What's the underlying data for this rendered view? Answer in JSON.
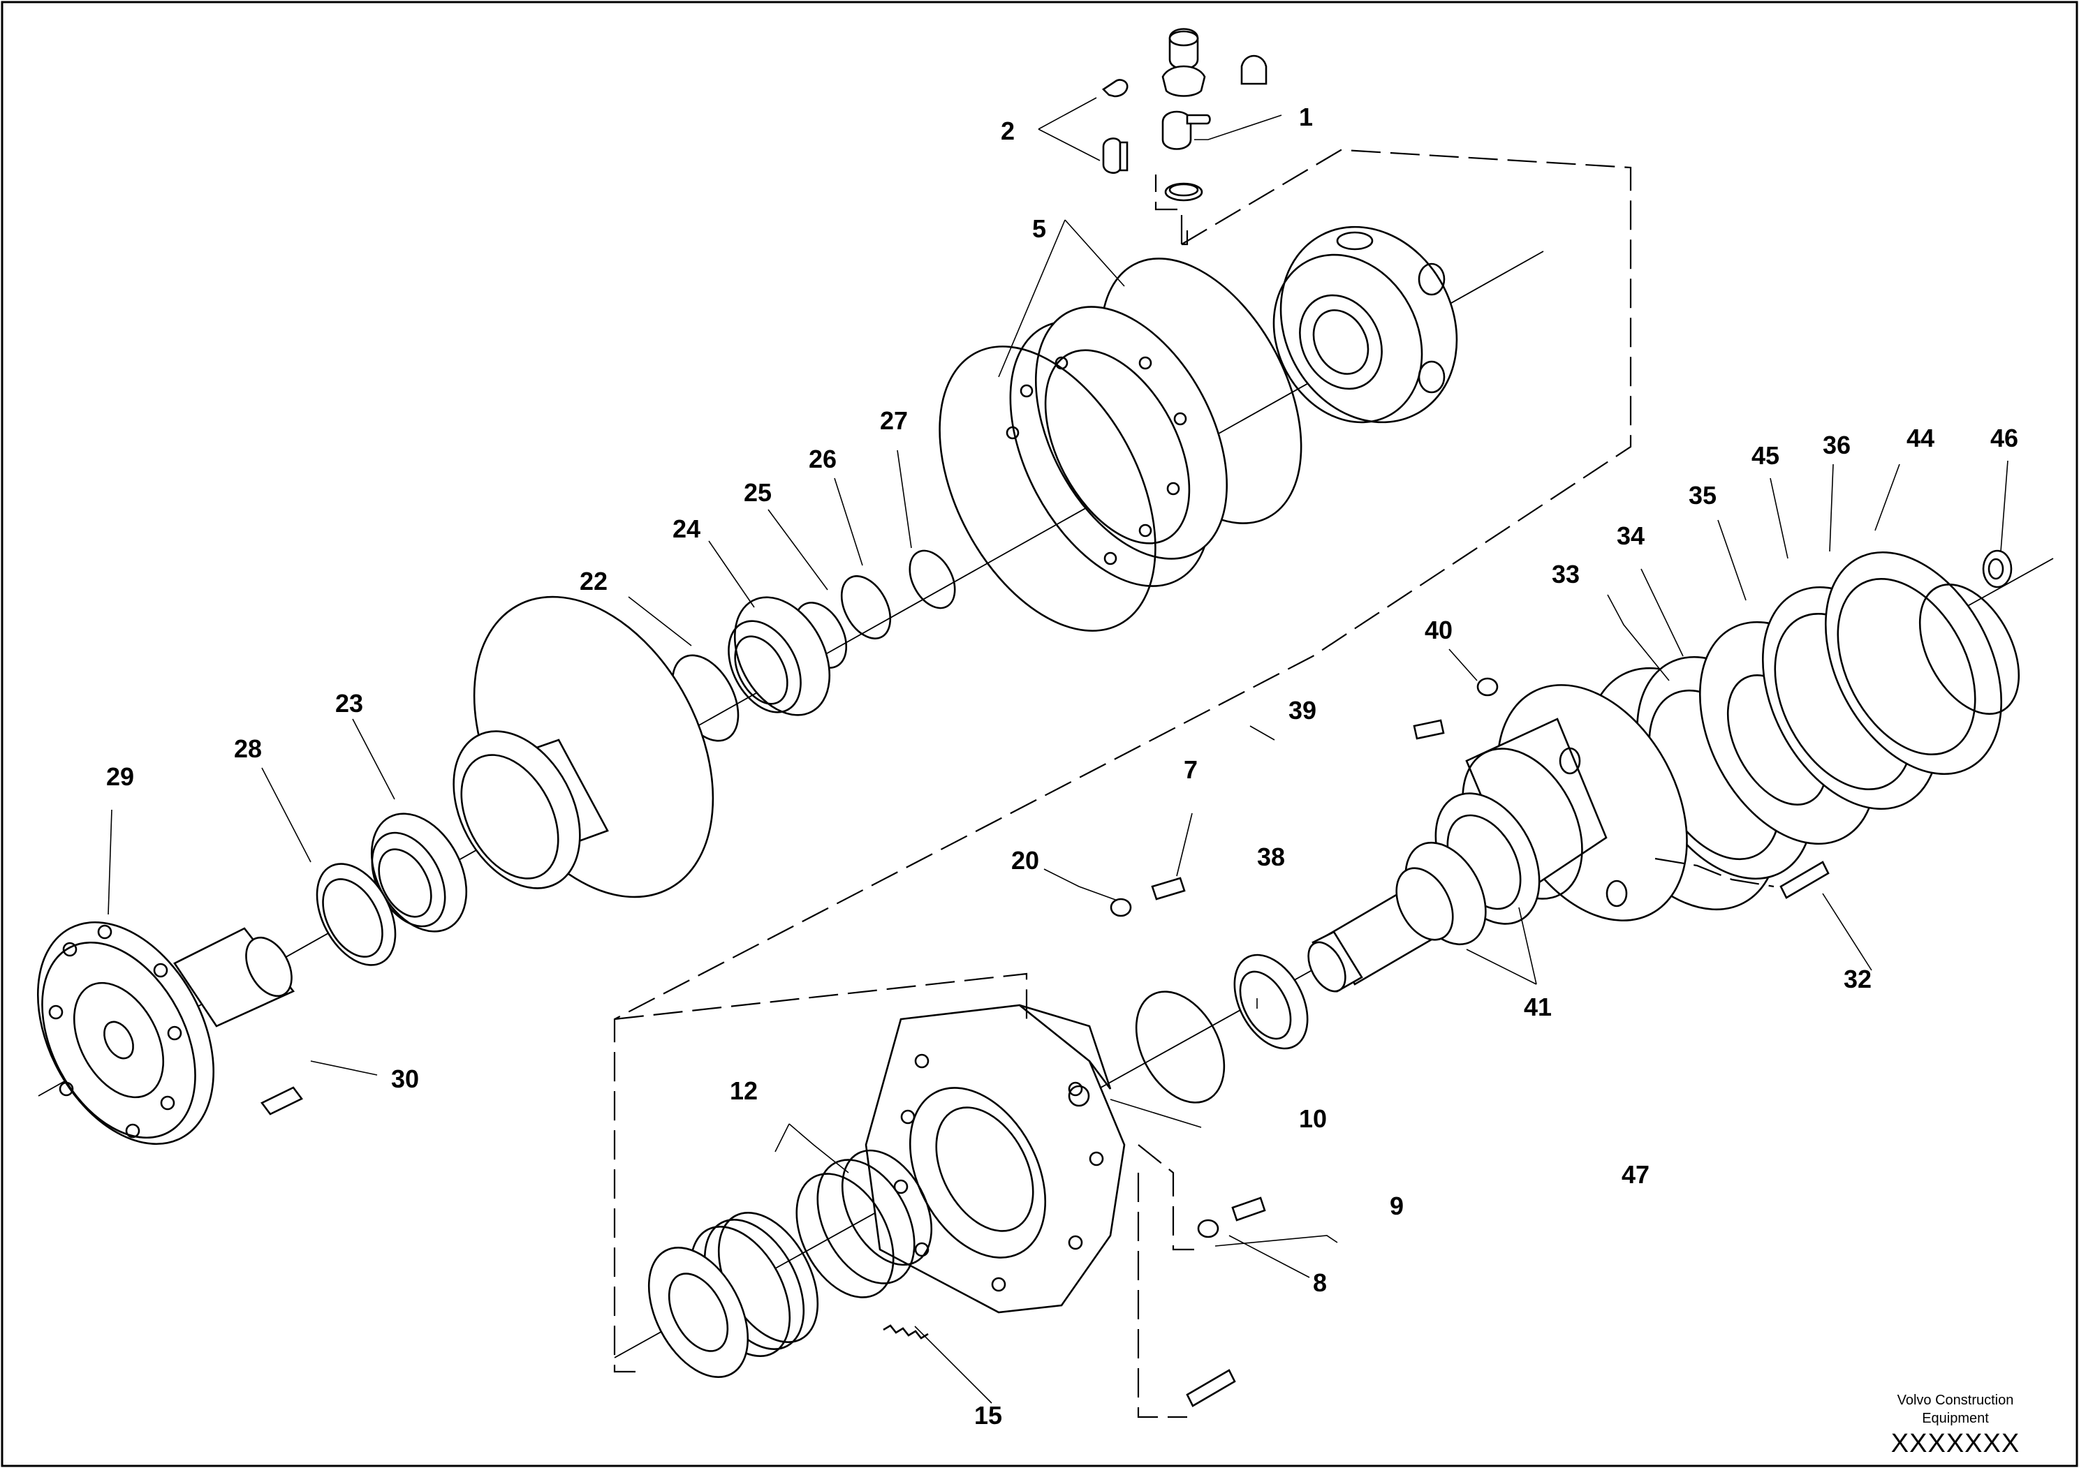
{
  "drawing": {
    "part_numbers": [
      "1",
      "2",
      "5",
      "7",
      "8",
      "9",
      "10",
      "12",
      "15",
      "20",
      "22",
      "23",
      "24",
      "25",
      "26",
      "27",
      "28",
      "29",
      "30",
      "32",
      "33",
      "34",
      "35",
      "36",
      "38",
      "39",
      "40",
      "41",
      "44",
      "45",
      "46",
      "47"
    ],
    "footer": {
      "company_line1": "Volvo Construction",
      "company_line2": "Equipment",
      "drawing_code": "XXXXXXX"
    }
  }
}
